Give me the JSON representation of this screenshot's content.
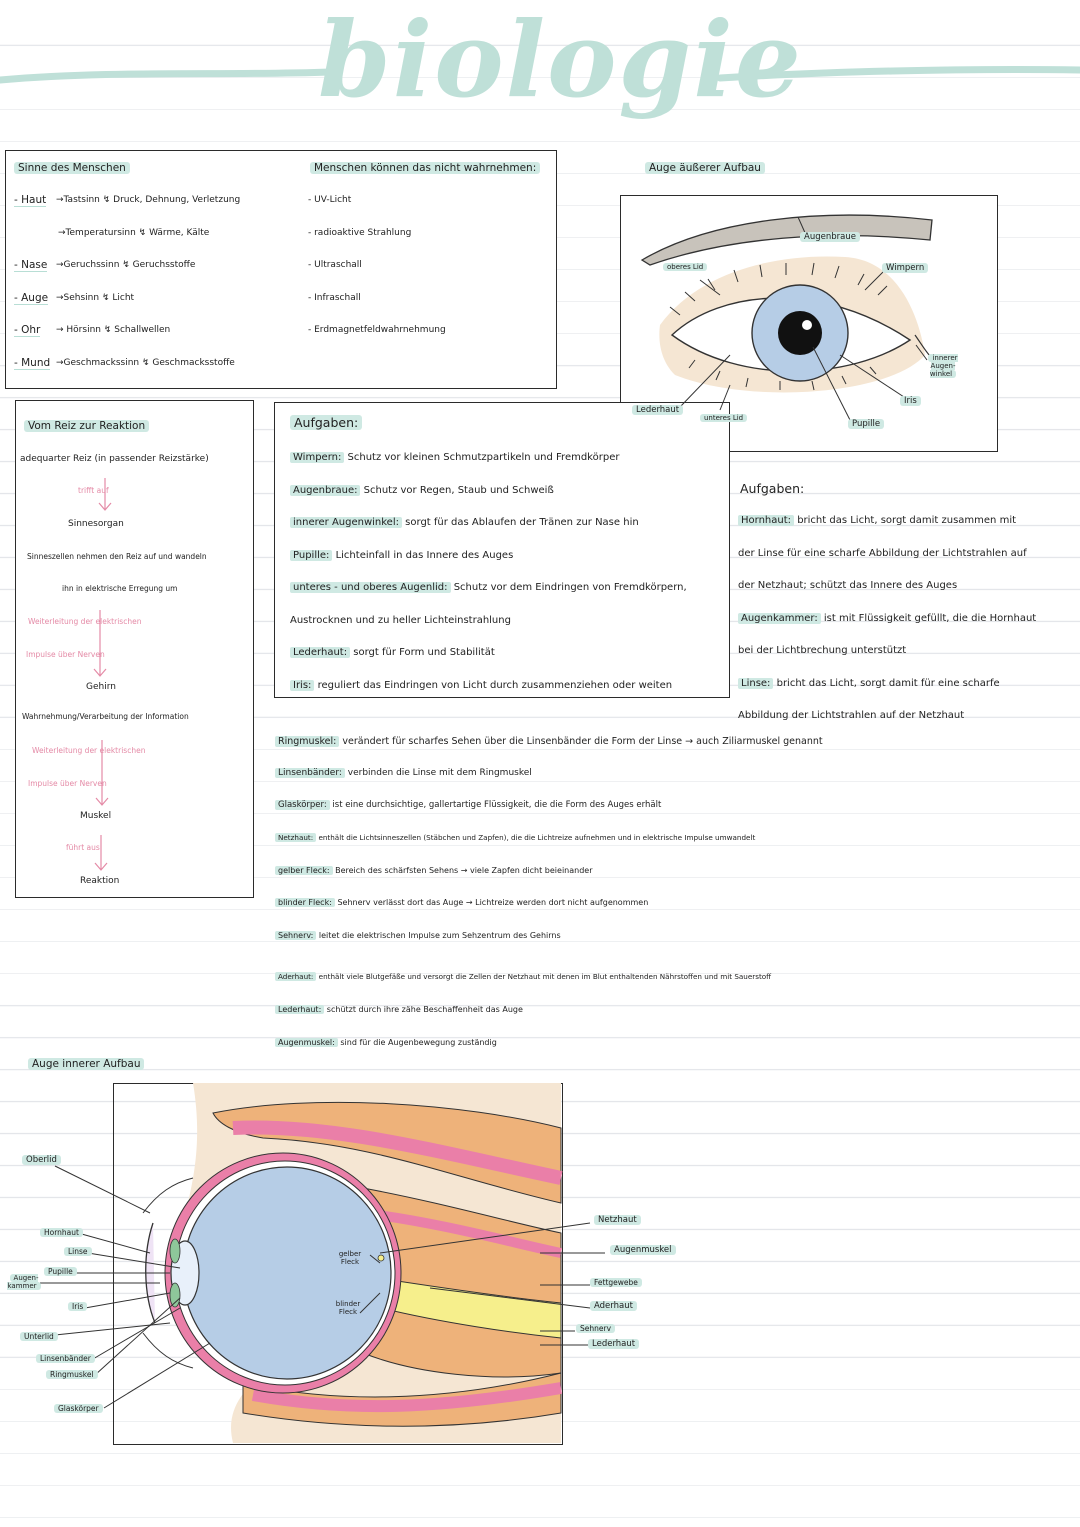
{
  "title": "biologie",
  "colors": {
    "accent": "#bfe0d8",
    "highlight": "#cfe9e3",
    "pink": "#e48aa6",
    "iris": "#b6cde6",
    "skin": "#f5e6d3",
    "muscle": "#ea7fa8",
    "fat": "#eeb27a",
    "nerve": "#f6ef8c"
  },
  "senses": {
    "heading": "Sinne des Menschen",
    "items": [
      {
        "organ": "- Haut",
        "text": "→Tastsinn ↯ Druck, Dehnung, Verletzung"
      },
      {
        "organ": "",
        "text": "→Temperatursinn ↯ Wärme, Kälte"
      },
      {
        "organ": "- Nase",
        "text": "→Geruchssinn ↯ Geruchsstoffe"
      },
      {
        "organ": "- Auge",
        "text": "→Sehsinn ↯ Licht"
      },
      {
        "organ": "- Ohr",
        "text": "→ Hörsinn ↯ Schallwellen"
      },
      {
        "organ": "- Mund",
        "text": "→Geschmackssinn ↯ Geschmacksstoffe"
      }
    ],
    "not_heading": "Menschen können das nicht wahrnehmen:",
    "not_items": [
      "- UV-Licht",
      "- radioaktive Strahlung",
      "- Ultraschall",
      "- Infraschall",
      "- Erdmagnetfeldwahrnehmung"
    ]
  },
  "outer_eye": {
    "heading": "Auge äußerer Aufbau",
    "labels": {
      "brow": "Augenbraue",
      "lashes": "Wimpern",
      "upper_lid": "oberes Lid",
      "inner_corner": "innerer Augen- winkel",
      "iris": "Iris",
      "pupil": "Pupille",
      "lower_lid": "unteres Lid",
      "sclera": "Lederhaut"
    }
  },
  "reaction": {
    "heading": "Vom Reiz zur Reaktion",
    "steps": {
      "s1": "adequarter Reiz (in passender Reizstärke)",
      "a1": "trifft auf",
      "s2": "Sinnesorgan",
      "s3": "Sinneszellen nehmen den Reiz auf und wandeln",
      "s4": "ihn in elektrische Erregung um",
      "a2a": "Weiterleitung der elektrischen",
      "a2b": "Impulse über Nerven",
      "s5": "Gehirn",
      "s6": "Wahrnehmung/Verarbeitung der Information",
      "a3a": "Weiterleitung der elektrischen",
      "a3b": "Impulse über Nerven",
      "s7": "Muskel",
      "a4": "führt aus",
      "s8": "Reaktion"
    }
  },
  "tasks_outer": {
    "heading": "Aufgaben:",
    "items": [
      {
        "term": "Wimpern:",
        "text": " Schutz vor kleinen Schmutzpartikeln und Fremdkörper"
      },
      {
        "term": "Augenbraue:",
        "text": " Schutz vor Regen, Staub und Schweiß"
      },
      {
        "term": "innerer Augenwinkel:",
        "text": " sorgt für das Ablaufen der Tränen zur Nase hin"
      },
      {
        "term": "Pupille:",
        "text": " Lichteinfall in das Innere des Auges"
      },
      {
        "term": "unteres - und oberes Augenlid:",
        "text": " Schutz vor dem Eindringen von Fremdkörpern,"
      },
      {
        "term": "",
        "text": "Austrocknen und zu heller Lichteinstrahlung"
      },
      {
        "term": "Lederhaut:",
        "text": " sorgt für Form und Stabilität"
      },
      {
        "term": "Iris:",
        "text": " reguliert das Eindringen von Licht durch zusammenziehen oder weiten"
      }
    ]
  },
  "tasks_inner": {
    "heading": "Aufgaben:",
    "lines": [
      {
        "term": "Hornhaut:",
        "text": " bricht das Licht, sorgt damit zusammen mit"
      },
      {
        "term": "",
        "text": "der Linse für eine scharfe Abbildung der Lichtstrahlen auf"
      },
      {
        "term": "",
        "text": "der Netzhaut; schützt das Innere des Auges"
      },
      {
        "term": "Augenkammer:",
        "text": " ist mit Flüssigkeit gefüllt, die die Hornhaut"
      },
      {
        "term": "",
        "text": "bei der Lichtbrechung unterstützt"
      },
      {
        "term": "Linse:",
        "text": " bricht das Licht, sorgt damit für eine scharfe"
      },
      {
        "term": "",
        "text": "Abbildung der Lichtstrahlen auf der Netzhaut"
      }
    ]
  },
  "parts": [
    {
      "term": "Ringmuskel:",
      "text": " verändert für scharfes Sehen über die Linsenbänder die Form der Linse → auch Ziliarmuskel genannt"
    },
    {
      "term": "Linsenbänder:",
      "text": " verbinden die Linse mit dem Ringmuskel"
    },
    {
      "term": "Glaskörper:",
      "text": " ist eine durchsichtige, gallertartige Flüssigkeit, die die Form des Auges erhält"
    },
    {
      "term": "Netzhaut:",
      "text": " enthält die Lichtsinneszellen (Stäbchen und Zapfen), die die Lichtreize aufnehmen und in elektrische Impulse umwandelt"
    },
    {
      "term": "gelber Fleck:",
      "text": " Bereich des schärfsten Sehens → viele Zapfen dicht beieinander"
    },
    {
      "term": "blinder Fleck:",
      "text": " Sehnerv verlässt dort das Auge → Lichtreize werden dort nicht aufgenommen"
    },
    {
      "term": "Sehnerv:",
      "text": " leitet die elektrischen Impulse zum Sehzentrum des Gehirns"
    },
    {
      "term": "Aderhaut:",
      "text": " enthält viele Blutgefäße und versorgt die Zellen der Netzhaut mit denen im Blut enthaltenden Nährstoffen und mit Sauerstoff"
    },
    {
      "term": "Lederhaut:",
      "text": " schützt durch ihre zähe Beschaffenheit das Auge"
    },
    {
      "term": "Augenmuskel:",
      "text": " sind für die Augenbewegung zuständig"
    }
  ],
  "inner_eye": {
    "heading": "Auge innerer Aufbau",
    "labels": {
      "oberlid": "Oberlid",
      "hornhaut": "Hornhaut",
      "linse": "Linse",
      "pupille": "Pupille",
      "augenkammer": "Augen- kammer",
      "iris": "Iris",
      "unterlid": "Unterlid",
      "linsenbaender": "Linsenbänder",
      "ringmuskel": "Ringmuskel",
      "glaskoerper": "Glaskörper",
      "gelber_fleck": "gelber Fleck",
      "blinder_fleck": "blinder Fleck",
      "netzhaut": "Netzhaut",
      "augenmuskel": "Augenmuskel",
      "fettgewebe": "Fettgewebe",
      "aderhaut": "Aderhaut",
      "sehnerv": "Sehnerv",
      "lederhaut": "Lederhaut"
    }
  }
}
